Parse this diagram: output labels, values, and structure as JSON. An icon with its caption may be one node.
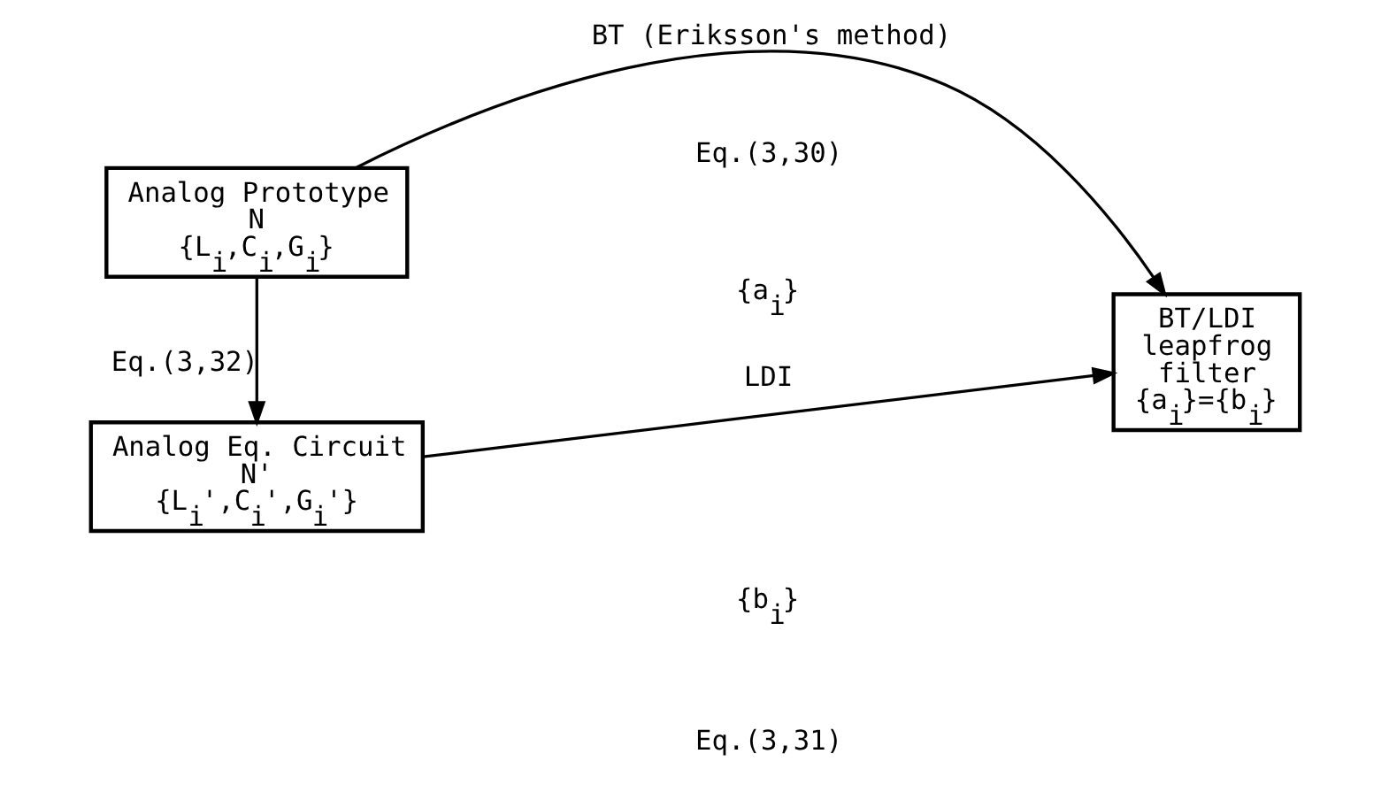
{
  "diagram": {
    "nodes": [
      {
        "text": [
          "Analog Prototype",
          "N",
          "{L$_{i}$,C$_{i}$,G$_{i}$}"
        ]
      },
      {
        "text": [
          "Analog Eq. Circuit",
          "N'",
          "{L$_{i}$',C$_{i}$',G$_{i}$'}"
        ]
      },
      {
        "text": [
          "BT/LDI",
          "leapfrog",
          "filter",
          "{a$_{i}$}={b$_{i}$}"
        ]
      }
    ],
    "edges": [
      {
        "from": 0,
        "to": 2,
        "arrow": "to",
        "label": "BT (Eriksson's method)"
      },
      {
        "from": 0,
        "to": 1,
        "arrow": "to",
        "label": "Eq.(3,32)"
      },
      {
        "from": 1,
        "to": 2,
        "arrow": "to",
        "label": "LDI"
      }
    ],
    "labels": [
      "Eq.(3,30)",
      "{a$_{i}$}",
      "{b$_{i}$}",
      "Eq.(3,31)"
    ]
  }
}
